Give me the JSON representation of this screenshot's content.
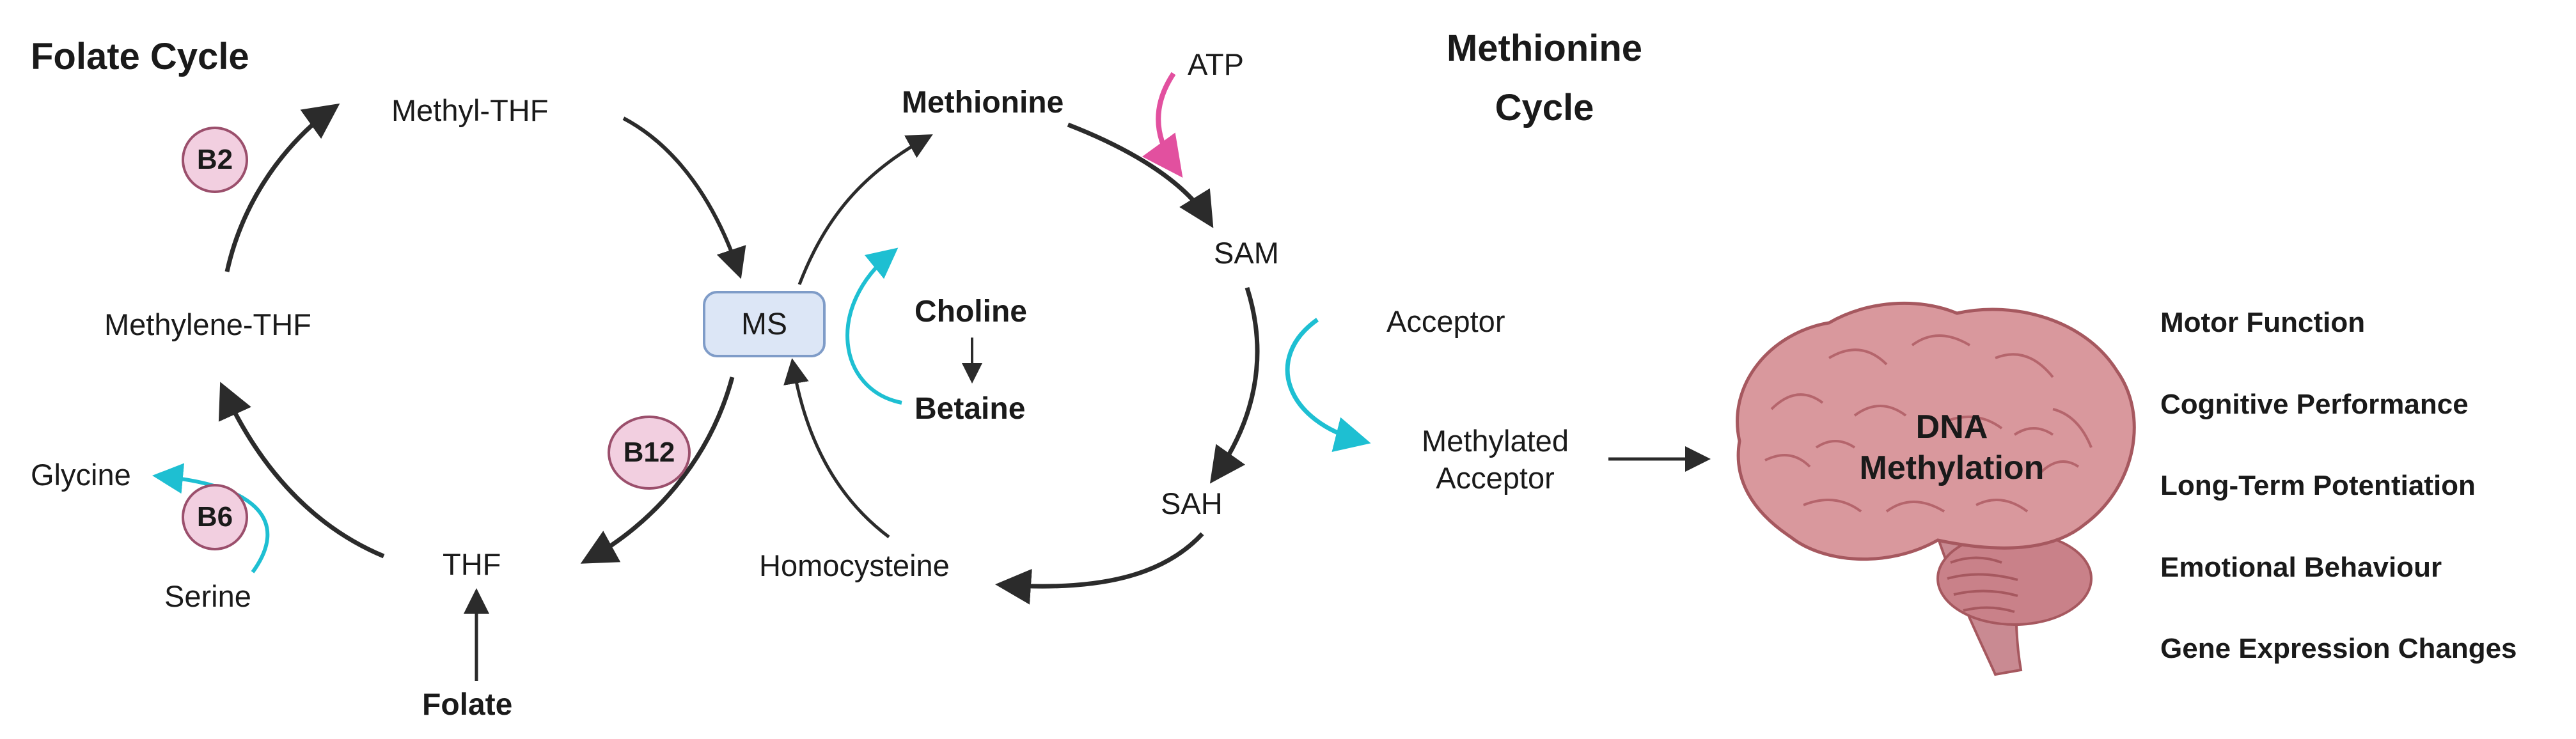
{
  "headings": {
    "folate_cycle": "Folate Cycle",
    "methionine_cycle_line1": "Methionine",
    "methionine_cycle_line2": "Cycle"
  },
  "folate": {
    "methyl_thf": "Methyl-THF",
    "methylene_thf": "Methylene-THF",
    "thf": "THF",
    "folate": "Folate",
    "glycine": "Glycine",
    "serine": "Serine"
  },
  "methionine": {
    "methionine": "Methionine",
    "atp": "ATP",
    "sam": "SAM",
    "sah": "SAH",
    "homocysteine": "Homocysteine",
    "choline": "Choline",
    "betaine": "Betaine",
    "ms": "MS",
    "acceptor": "Acceptor",
    "methylated_line1": "Methylated",
    "methylated_line2": "Acceptor"
  },
  "vitamins": {
    "b2": "B2",
    "b6": "B6",
    "b12": "B12"
  },
  "brain": {
    "line1": "DNA",
    "line2": "Methylation"
  },
  "outcomes": [
    "Motor Function",
    "Cognitive Performance",
    "Long-Term Potentiation",
    "Emotional Behaviour",
    "Gene Expression Changes"
  ],
  "colors": {
    "arrow": "#2b2b2b",
    "cyan": "#1ebfd2",
    "magenta": "#e2509f",
    "badge_fill": "#f2cfe0",
    "badge_stroke": "#9b4f6c",
    "ms_fill": "#dce6f6",
    "ms_stroke": "#7f9cc8",
    "brain_fill": "#d9989d",
    "brain_stroke": "#a6585f"
  },
  "icons": [
    "brain-icon",
    "arrow-icon"
  ]
}
